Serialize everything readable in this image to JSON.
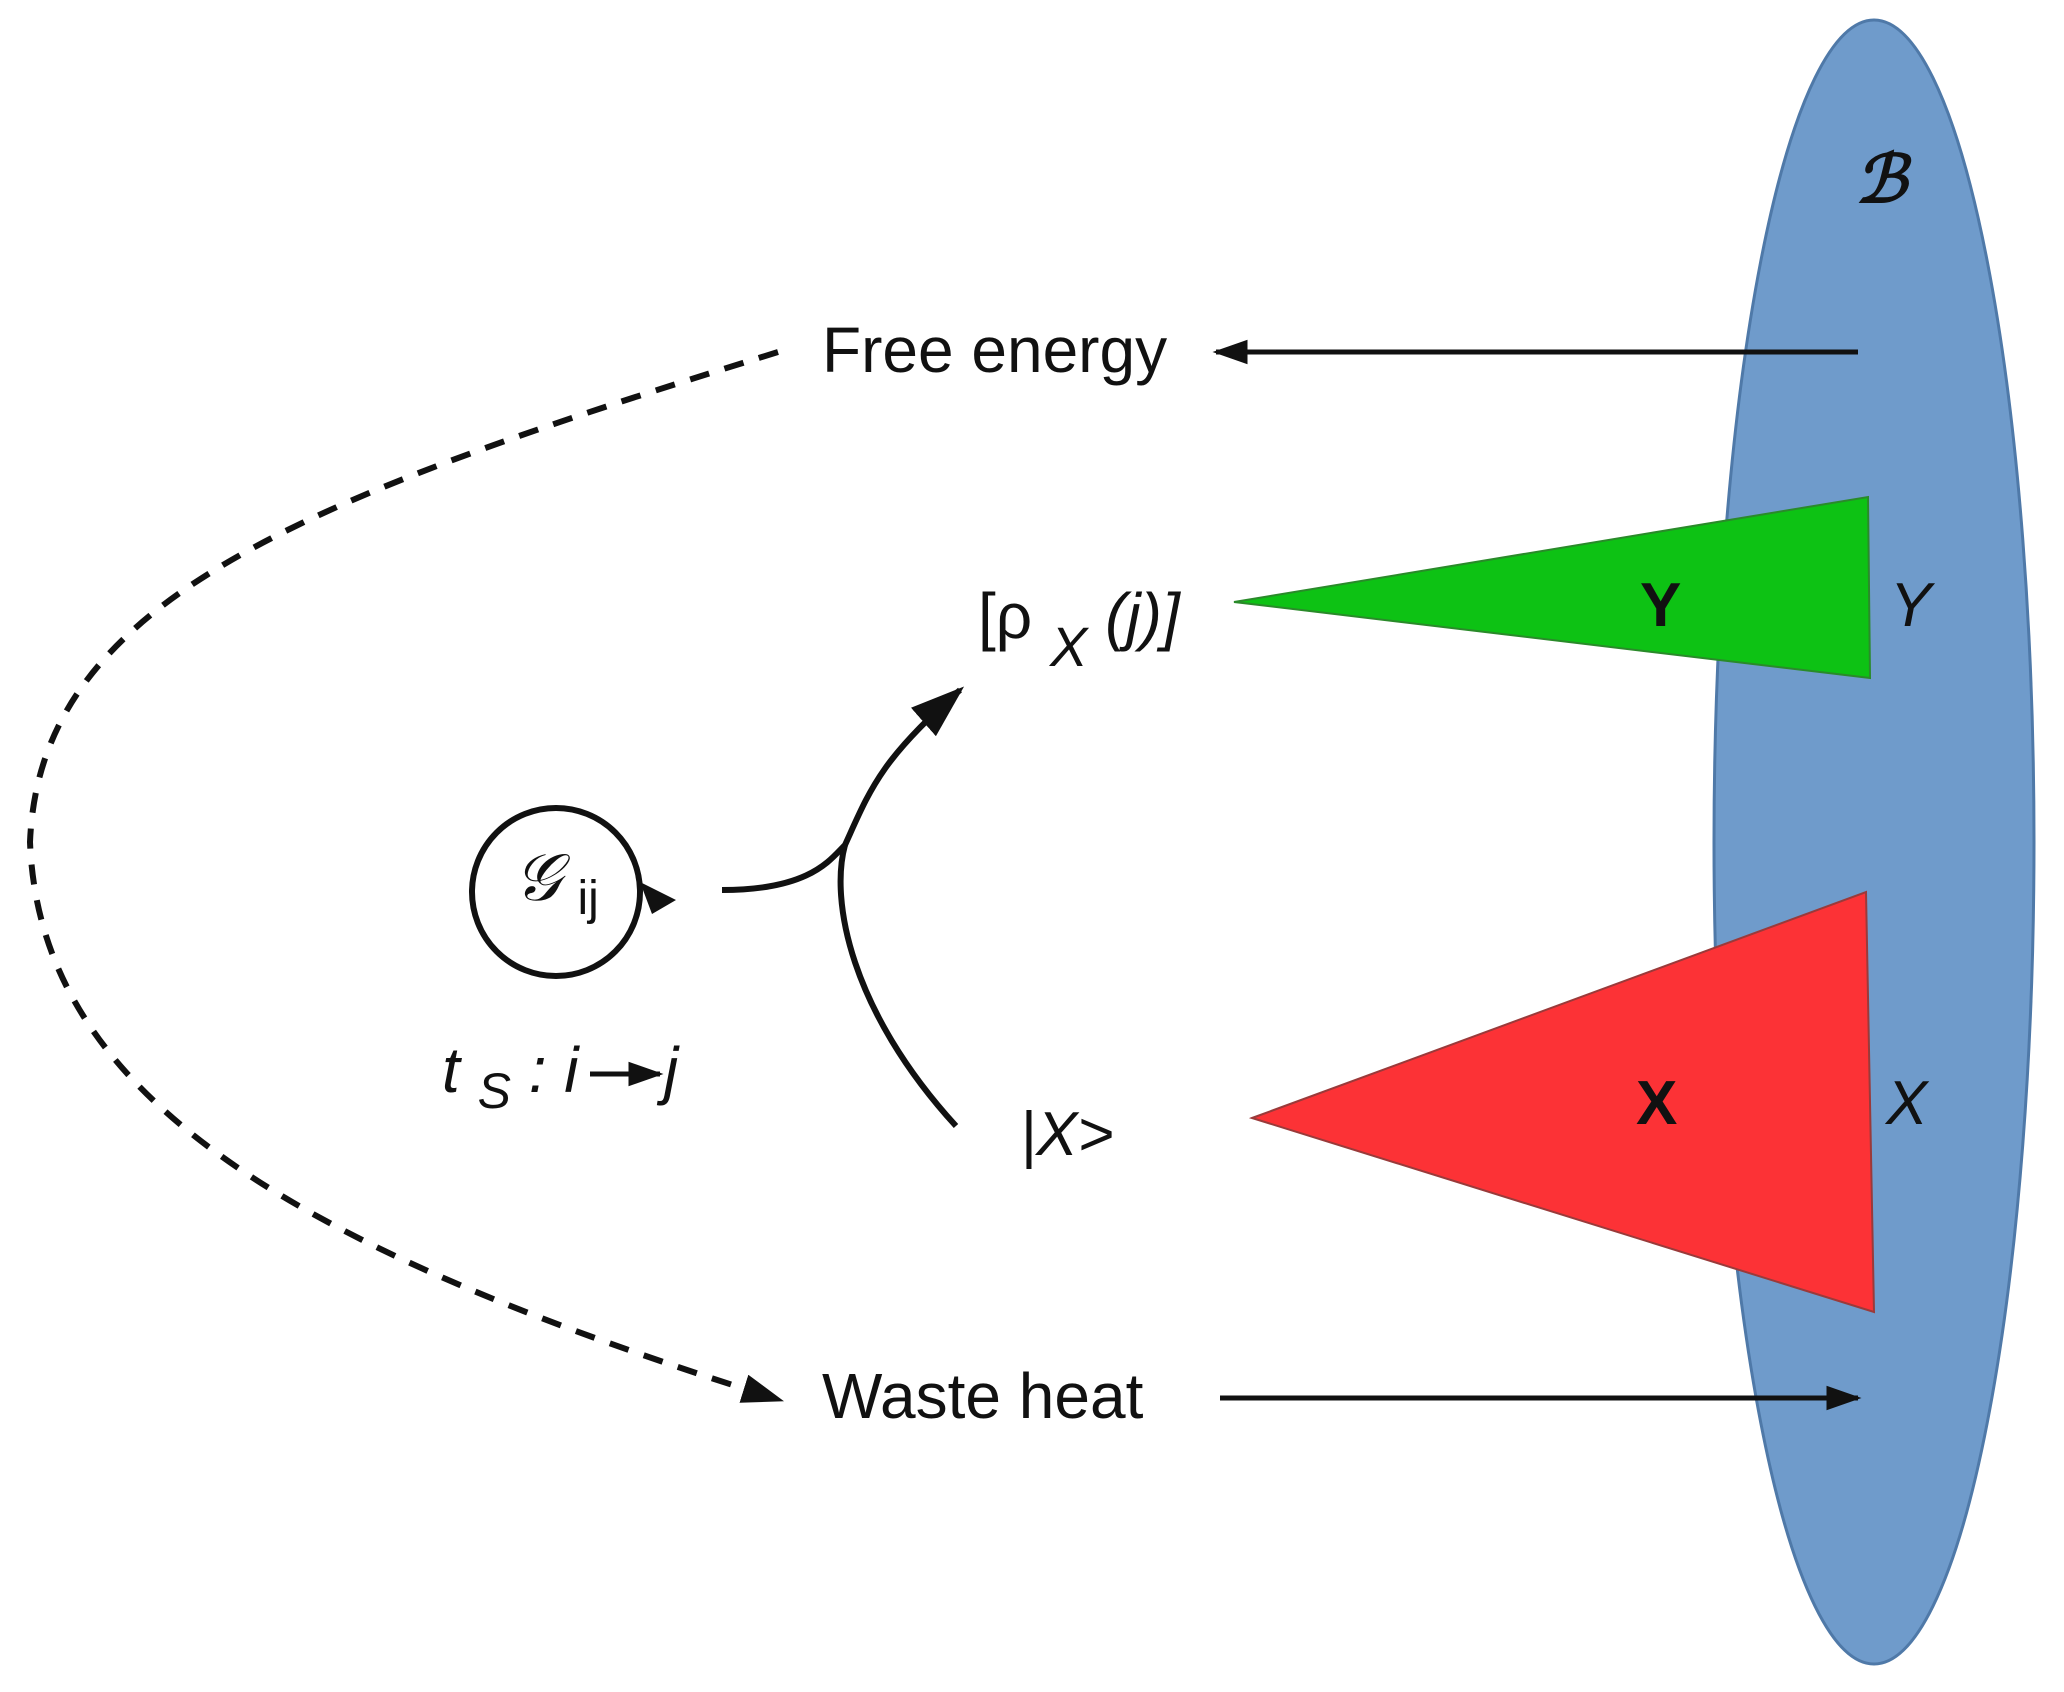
{
  "colors": {
    "ellipse_fill": "#6f9bcb",
    "ellipse_stroke": "#4f79a8",
    "triangle_y_fill": "#0dc214",
    "triangle_x_fill": "#fc3236",
    "line": "#111111"
  },
  "labels": {
    "ellipse_B": "ℬ",
    "free_energy": "Free energy",
    "waste_heat": "Waste heat",
    "rho_open": "[ρ",
    "rho_sub": "X",
    "rho_close": " (j)]",
    "ket_x": "|X>",
    "g_main": "𝒢",
    "g_sub": "ij",
    "ts_main": "t",
    "ts_sub": "S",
    "ts_rest": ": i",
    "ts_j": "j",
    "tri_y_bold": "Y",
    "tri_y_ital": "Y",
    "tri_x_bold": "X",
    "tri_x_ital": "X"
  }
}
